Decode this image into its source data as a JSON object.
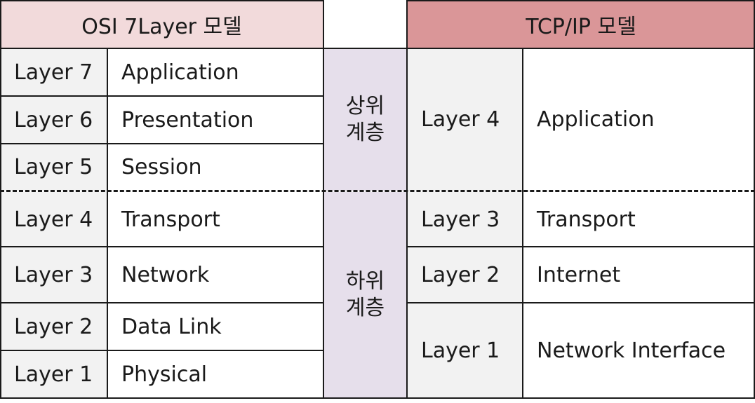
{
  "osi": {
    "header": "OSI 7Layer 모델",
    "rows": [
      {
        "layer": "Layer 7",
        "name": "Application"
      },
      {
        "layer": "Layer 6",
        "name": "Presentation"
      },
      {
        "layer": "Layer 5",
        "name": "Session"
      },
      {
        "layer": "Layer 4",
        "name": "Transport"
      },
      {
        "layer": "Layer 3",
        "name": "Network"
      },
      {
        "layer": "Layer 2",
        "name": "Data Link"
      },
      {
        "layer": "Layer 1",
        "name": "Physical"
      }
    ]
  },
  "middle": {
    "upper": {
      "line1": "상위",
      "line2": "계층"
    },
    "lower": {
      "line1": "하위",
      "line2": "계층"
    }
  },
  "tcp": {
    "header": "TCP/IP 모델",
    "rows": [
      {
        "layer": "Layer 4",
        "name": "Application"
      },
      {
        "layer": "Layer 3",
        "name": "Transport"
      },
      {
        "layer": "Layer 2",
        "name": "Internet"
      },
      {
        "layer": "Layer 1",
        "name": "Network Interface"
      }
    ]
  },
  "colors": {
    "osi_header": "#f2dadb",
    "tcp_header": "#da9698",
    "layer_cell": "#f2f2f2",
    "tier_cell": "#e6dfeb",
    "border": "#1a1a1a"
  }
}
